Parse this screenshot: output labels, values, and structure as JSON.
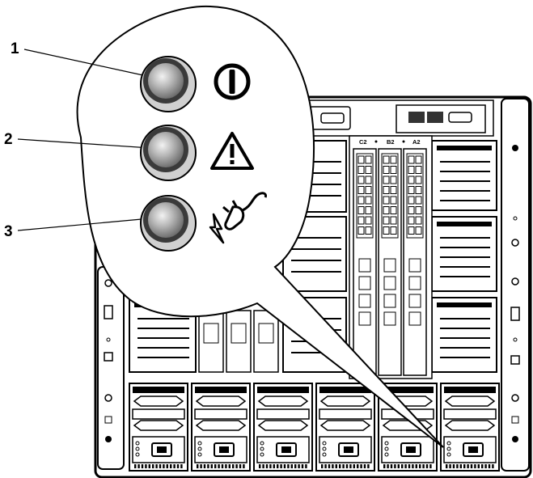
{
  "callouts": [
    {
      "number": "1",
      "indicator": "power-indicator",
      "icon": "power-icon"
    },
    {
      "number": "2",
      "indicator": "status-indicator",
      "icon": "warning-icon"
    },
    {
      "number": "3",
      "indicator": "psu-indicator",
      "icon": "power-plug-icon"
    }
  ],
  "slot_labels": [
    "C2",
    "B2",
    "A2"
  ],
  "colors": {
    "line": "#000000",
    "chassis": "#ffffff",
    "led_gray": "#9a9a9a",
    "dark": "#1a1a1a"
  }
}
